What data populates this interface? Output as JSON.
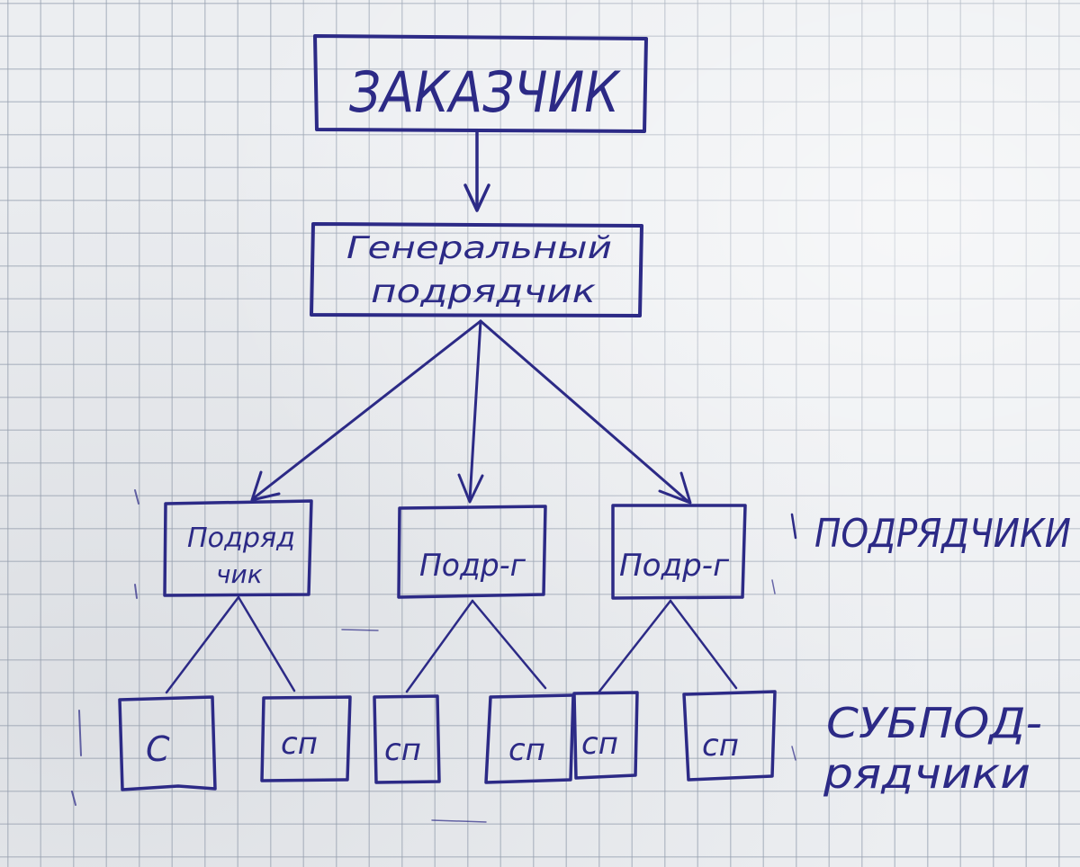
{
  "root": {
    "label": "ЗАКАЗЧИК"
  },
  "general_contractor": {
    "line1": "Генеральный",
    "line2": "подрядчик"
  },
  "contractors": [
    {
      "line1": "Подряд",
      "line2": "чик"
    },
    {
      "line1": "Подр-г",
      "line2": ""
    },
    {
      "line1": "Подр-г",
      "line2": ""
    }
  ],
  "subcontractors": [
    {
      "label": "С"
    },
    {
      "label": "сп"
    },
    {
      "label": "сп"
    },
    {
      "label": "сп"
    },
    {
      "label": "сп"
    },
    {
      "label": "сп"
    }
  ],
  "legend": {
    "contractors": "ПОДРЯДЧИКИ",
    "subcontractors_line1": "СУБПОД-",
    "subcontractors_line2": "рядчики"
  },
  "colors": {
    "ink": "#2c2a86",
    "paper": "#eceef1",
    "grid": "#96a0af"
  }
}
